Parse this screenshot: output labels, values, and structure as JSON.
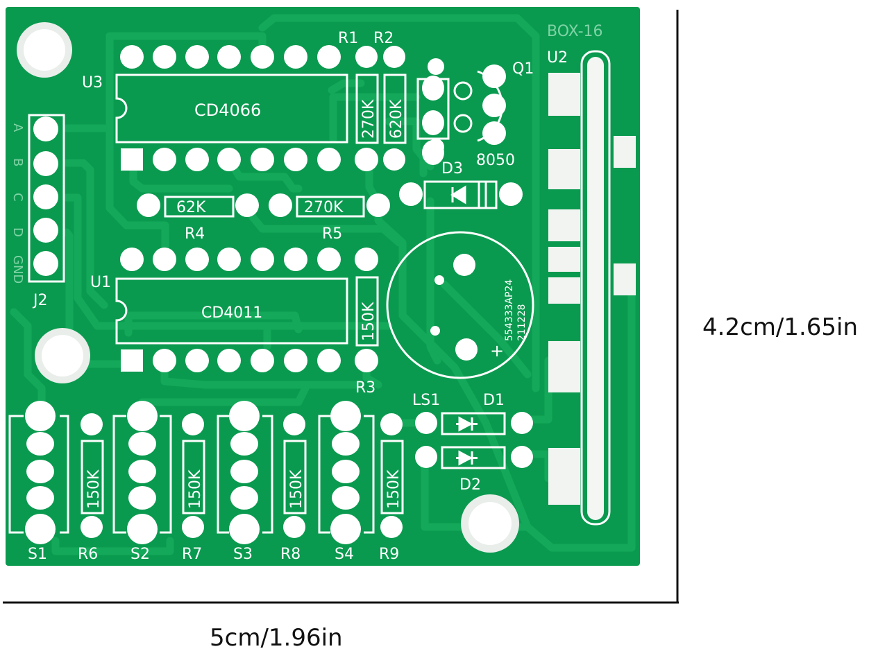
{
  "board": {
    "name": "BOX-16",
    "colors": {
      "substrate": "#0a9a4f",
      "copper": "#14a85a",
      "trace_edge": "#0f8c48",
      "silkscreen": "#ffffff",
      "pad": "#ffffff",
      "hole": "#ffffff"
    },
    "chips": [
      {
        "ref": "U3",
        "part": "CD4066"
      },
      {
        "ref": "U1",
        "part": "CD4011"
      }
    ],
    "regulator": {
      "ref": "U2"
    },
    "transistor": {
      "ref": "Q1",
      "part": "8050"
    },
    "diodes": [
      "D1",
      "D2",
      "D3"
    ],
    "buzzer": {
      "ref": "LS1",
      "marking_line1": "554333AP24",
      "marking_line2": "211228",
      "polarity": "+"
    },
    "connector": {
      "ref": "J2",
      "pins": [
        "A",
        "B",
        "C",
        "D",
        "GND"
      ]
    },
    "resistors": [
      {
        "ref": "R1",
        "value": "270K"
      },
      {
        "ref": "R2",
        "value": "620K"
      },
      {
        "ref": "R3",
        "value": "150K"
      },
      {
        "ref": "R4",
        "value": "62K"
      },
      {
        "ref": "R5",
        "value": "270K"
      },
      {
        "ref": "R6",
        "value": "150K"
      },
      {
        "ref": "R7",
        "value": "150K"
      },
      {
        "ref": "R8",
        "value": "150K"
      },
      {
        "ref": "R9",
        "value": "150K"
      }
    ],
    "switches": [
      "S1",
      "S2",
      "S3",
      "S4"
    ]
  },
  "dimensions": {
    "height": "4.2cm/1.65in",
    "width": "5cm/1.96in"
  }
}
